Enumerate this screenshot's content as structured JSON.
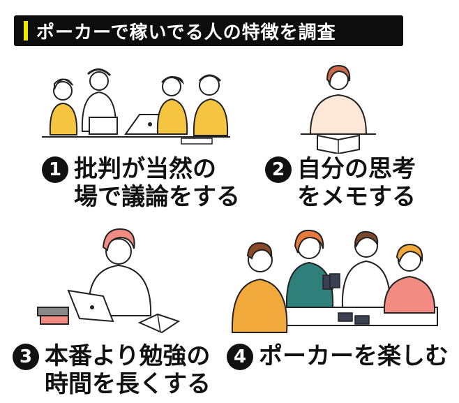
{
  "title": "ポーカーで稼いでる人の特徴を調査",
  "items": [
    {
      "num": "1",
      "line1": "批判が当然の",
      "line2": "場で議論をする"
    },
    {
      "num": "2",
      "line1": "自分の思考",
      "line2": "をメモする"
    },
    {
      "num": "3",
      "line1": "本番より勉強の",
      "line2": "時間を長くする"
    },
    {
      "num": "4",
      "line1": "ポーカーを楽しむ",
      "line2": ""
    }
  ],
  "colors": {
    "accent": "#f2e600",
    "yellow": "#f5c542",
    "orange": "#f2a93b",
    "pink": "#f28b82",
    "teal": "#2f7f7a",
    "skin": "#fde7d6"
  }
}
